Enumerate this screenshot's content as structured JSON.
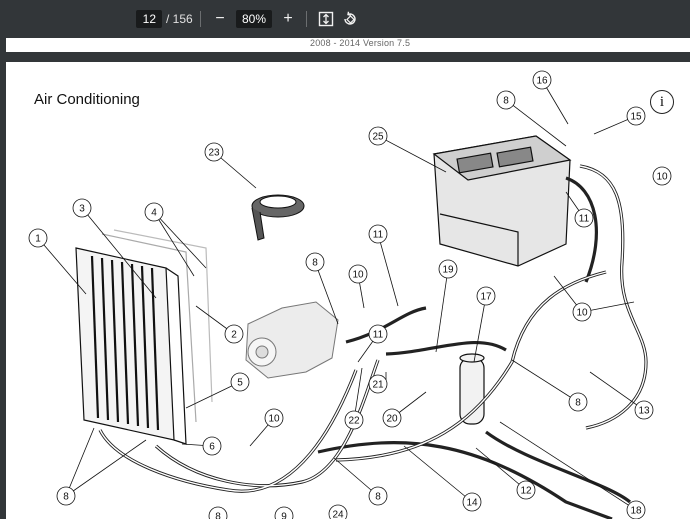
{
  "toolbar": {
    "current_page": "12",
    "total_pages": "/ 156",
    "zoom_out_label": "−",
    "zoom_value": "80%",
    "zoom_in_label": "+",
    "fit_icon": "fit-to-page-icon",
    "rotate_icon": "rotate-icon"
  },
  "previous_page": {
    "footer_text": "2008 - 2014 Version 7.5"
  },
  "page": {
    "title": "Air Conditioning",
    "info_symbol": "i"
  },
  "callouts": {
    "c1": "1",
    "c2": "2",
    "c3": "3",
    "c4": "4",
    "c5": "5",
    "c6": "6",
    "c8a": "8",
    "c8b": "8",
    "c8c": "8",
    "c8d": "8",
    "c8e": "8",
    "c10a": "10",
    "c10b": "10",
    "c10c": "10",
    "c10d": "10",
    "c11a": "11",
    "c11b": "11",
    "c11c": "11",
    "c12": "12",
    "c13": "13",
    "c14": "14",
    "c15": "15",
    "c16": "16",
    "c17": "17",
    "c18": "18",
    "c19": "19",
    "c20": "20",
    "c21": "21",
    "c22": "22",
    "c23": "23",
    "c24": "24",
    "c25": "25",
    "c9": "9"
  }
}
